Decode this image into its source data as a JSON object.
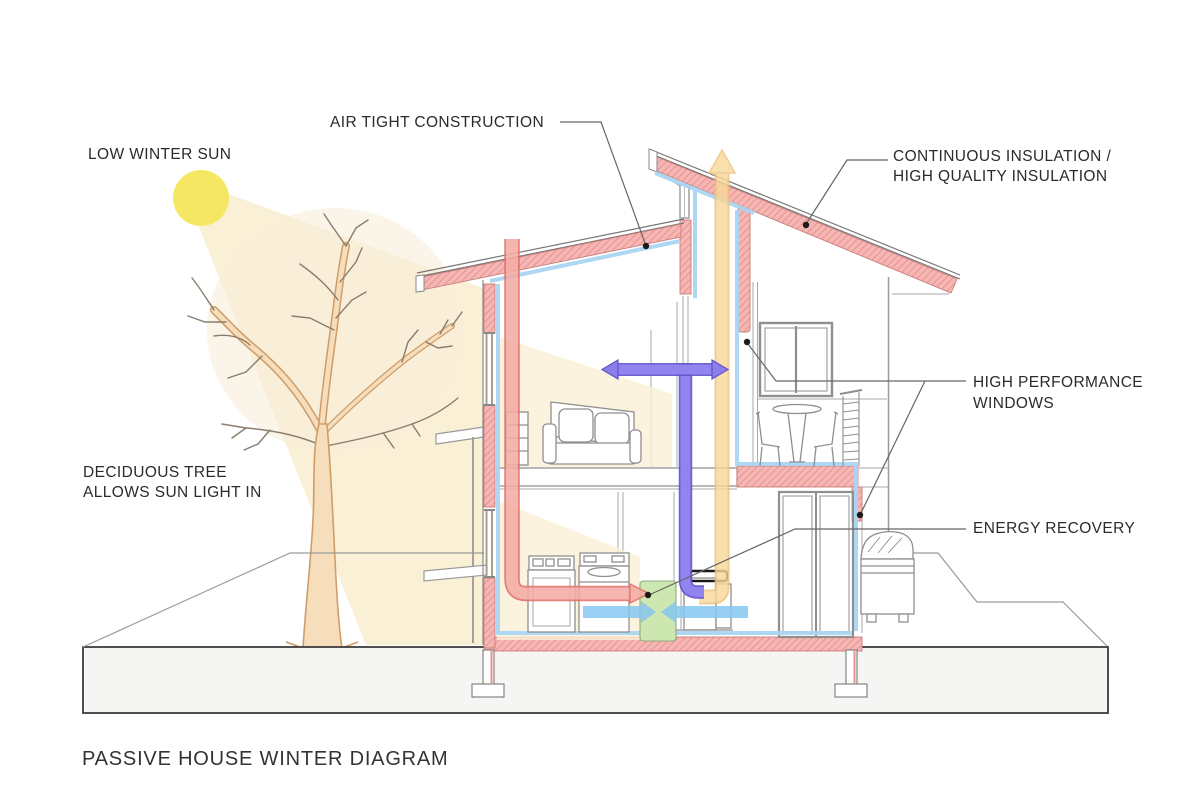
{
  "title": "PASSIVE HOUSE WINTER DIAGRAM",
  "labels": {
    "low_winter_sun": "LOW WINTER SUN",
    "air_tight": "AIR TIGHT CONSTRUCTION",
    "continuous_insulation_1": "CONTINUOUS INSULATION /",
    "continuous_insulation_2": "HIGH QUALITY INSULATION",
    "high_performance_1": "HIGH PERFORMANCE",
    "high_performance_2": "WINDOWS",
    "energy_recovery": "ENERGY RECOVERY",
    "deciduous_1": "DECIDUOUS TREE",
    "deciduous_2": "ALLOWS SUN LIGHT IN"
  },
  "colors": {
    "sun": "#f5e763",
    "light_cone": "#faf0d6",
    "insulation_fill": "#f6b6b4",
    "insulation_hatch": "#e28a88",
    "air_barrier_blue": "#a9d5f3",
    "supply_duct_red": "#e26f68",
    "exhaust_duct_orange": "#f3cd8d",
    "transfer_air_purple": "#7a6ae0",
    "fresh_air_blue": "#86c7f0",
    "erv_unit_green": "#cde7b0",
    "ground_fill": "#f5f5f3",
    "line_grey": "#8f8f8f"
  }
}
